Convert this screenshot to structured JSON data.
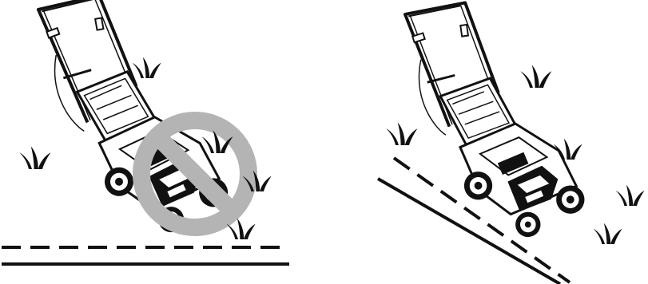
{
  "figure": {
    "panels": [
      {
        "id": "incorrect",
        "meaning": "prohibited",
        "slope": "flat",
        "symbol": "prohibition-sign-icon",
        "symbol_color": "#b4b4b4"
      },
      {
        "id": "correct",
        "meaning": "allowed",
        "slope": "inclined",
        "symbol": "none"
      }
    ],
    "colors": {
      "line": "#111111",
      "background": "#ffffff",
      "prohibition": "#b4b4b4"
    }
  }
}
